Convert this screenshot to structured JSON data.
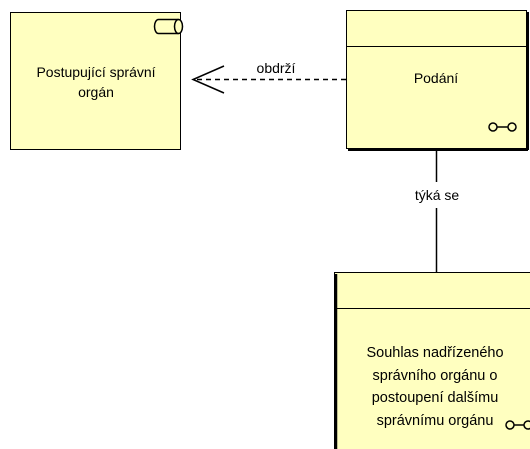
{
  "diagram": {
    "colors": {
      "element_fill": "#ffffc0",
      "stroke": "#000000",
      "background": "#ffffff"
    },
    "nodes": {
      "role": {
        "label": "Postupující správní orgán",
        "icon": "business-role-icon"
      },
      "podani": {
        "label": "Podání",
        "icon": "business-object-icon"
      },
      "souhlas": {
        "label": "Souhlas nadřízeného správního orgánu o postoupení dalšímu správnímu orgánu",
        "icon": "business-object-icon"
      }
    },
    "edges": {
      "obdrzi": {
        "label": "obdrží",
        "style": "dashed-open-arrow"
      },
      "tyka_se": {
        "label": "týká se",
        "style": "solid"
      }
    }
  }
}
